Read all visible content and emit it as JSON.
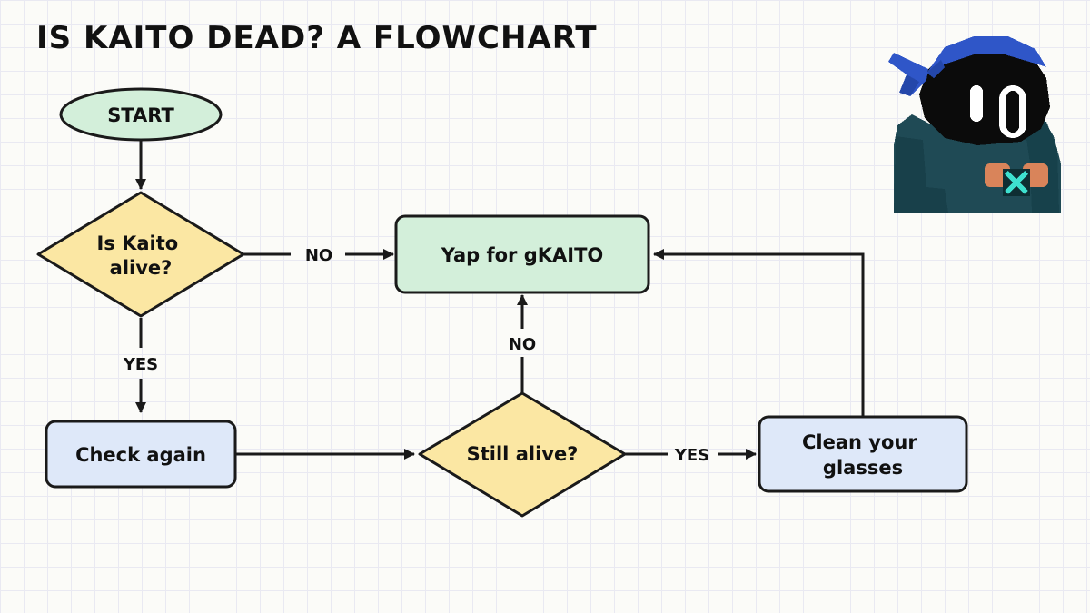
{
  "title": "IS KAITO DEAD? A FLOWCHART",
  "colors": {
    "start": "#d3efda",
    "decision": "#fbe7a3",
    "action_green": "#d3efda",
    "action_blue": "#dee8f9",
    "stroke": "#1a1a1a"
  },
  "nodes": {
    "start": {
      "label": "START"
    },
    "is_alive": {
      "lines": [
        "Is Kaito",
        "alive?"
      ]
    },
    "yap": {
      "label": "Yap for gKAITO"
    },
    "check_again": {
      "label": "Check again"
    },
    "still_alive": {
      "label": "Still alive?"
    },
    "clean_glasses": {
      "lines": [
        "Clean your",
        "glasses"
      ]
    }
  },
  "edges": {
    "alive_no": "NO",
    "alive_yes": "YES",
    "still_no": "NO",
    "still_yes": "YES"
  },
  "mascot": {
    "icon": "ninja-mascot-icon"
  }
}
